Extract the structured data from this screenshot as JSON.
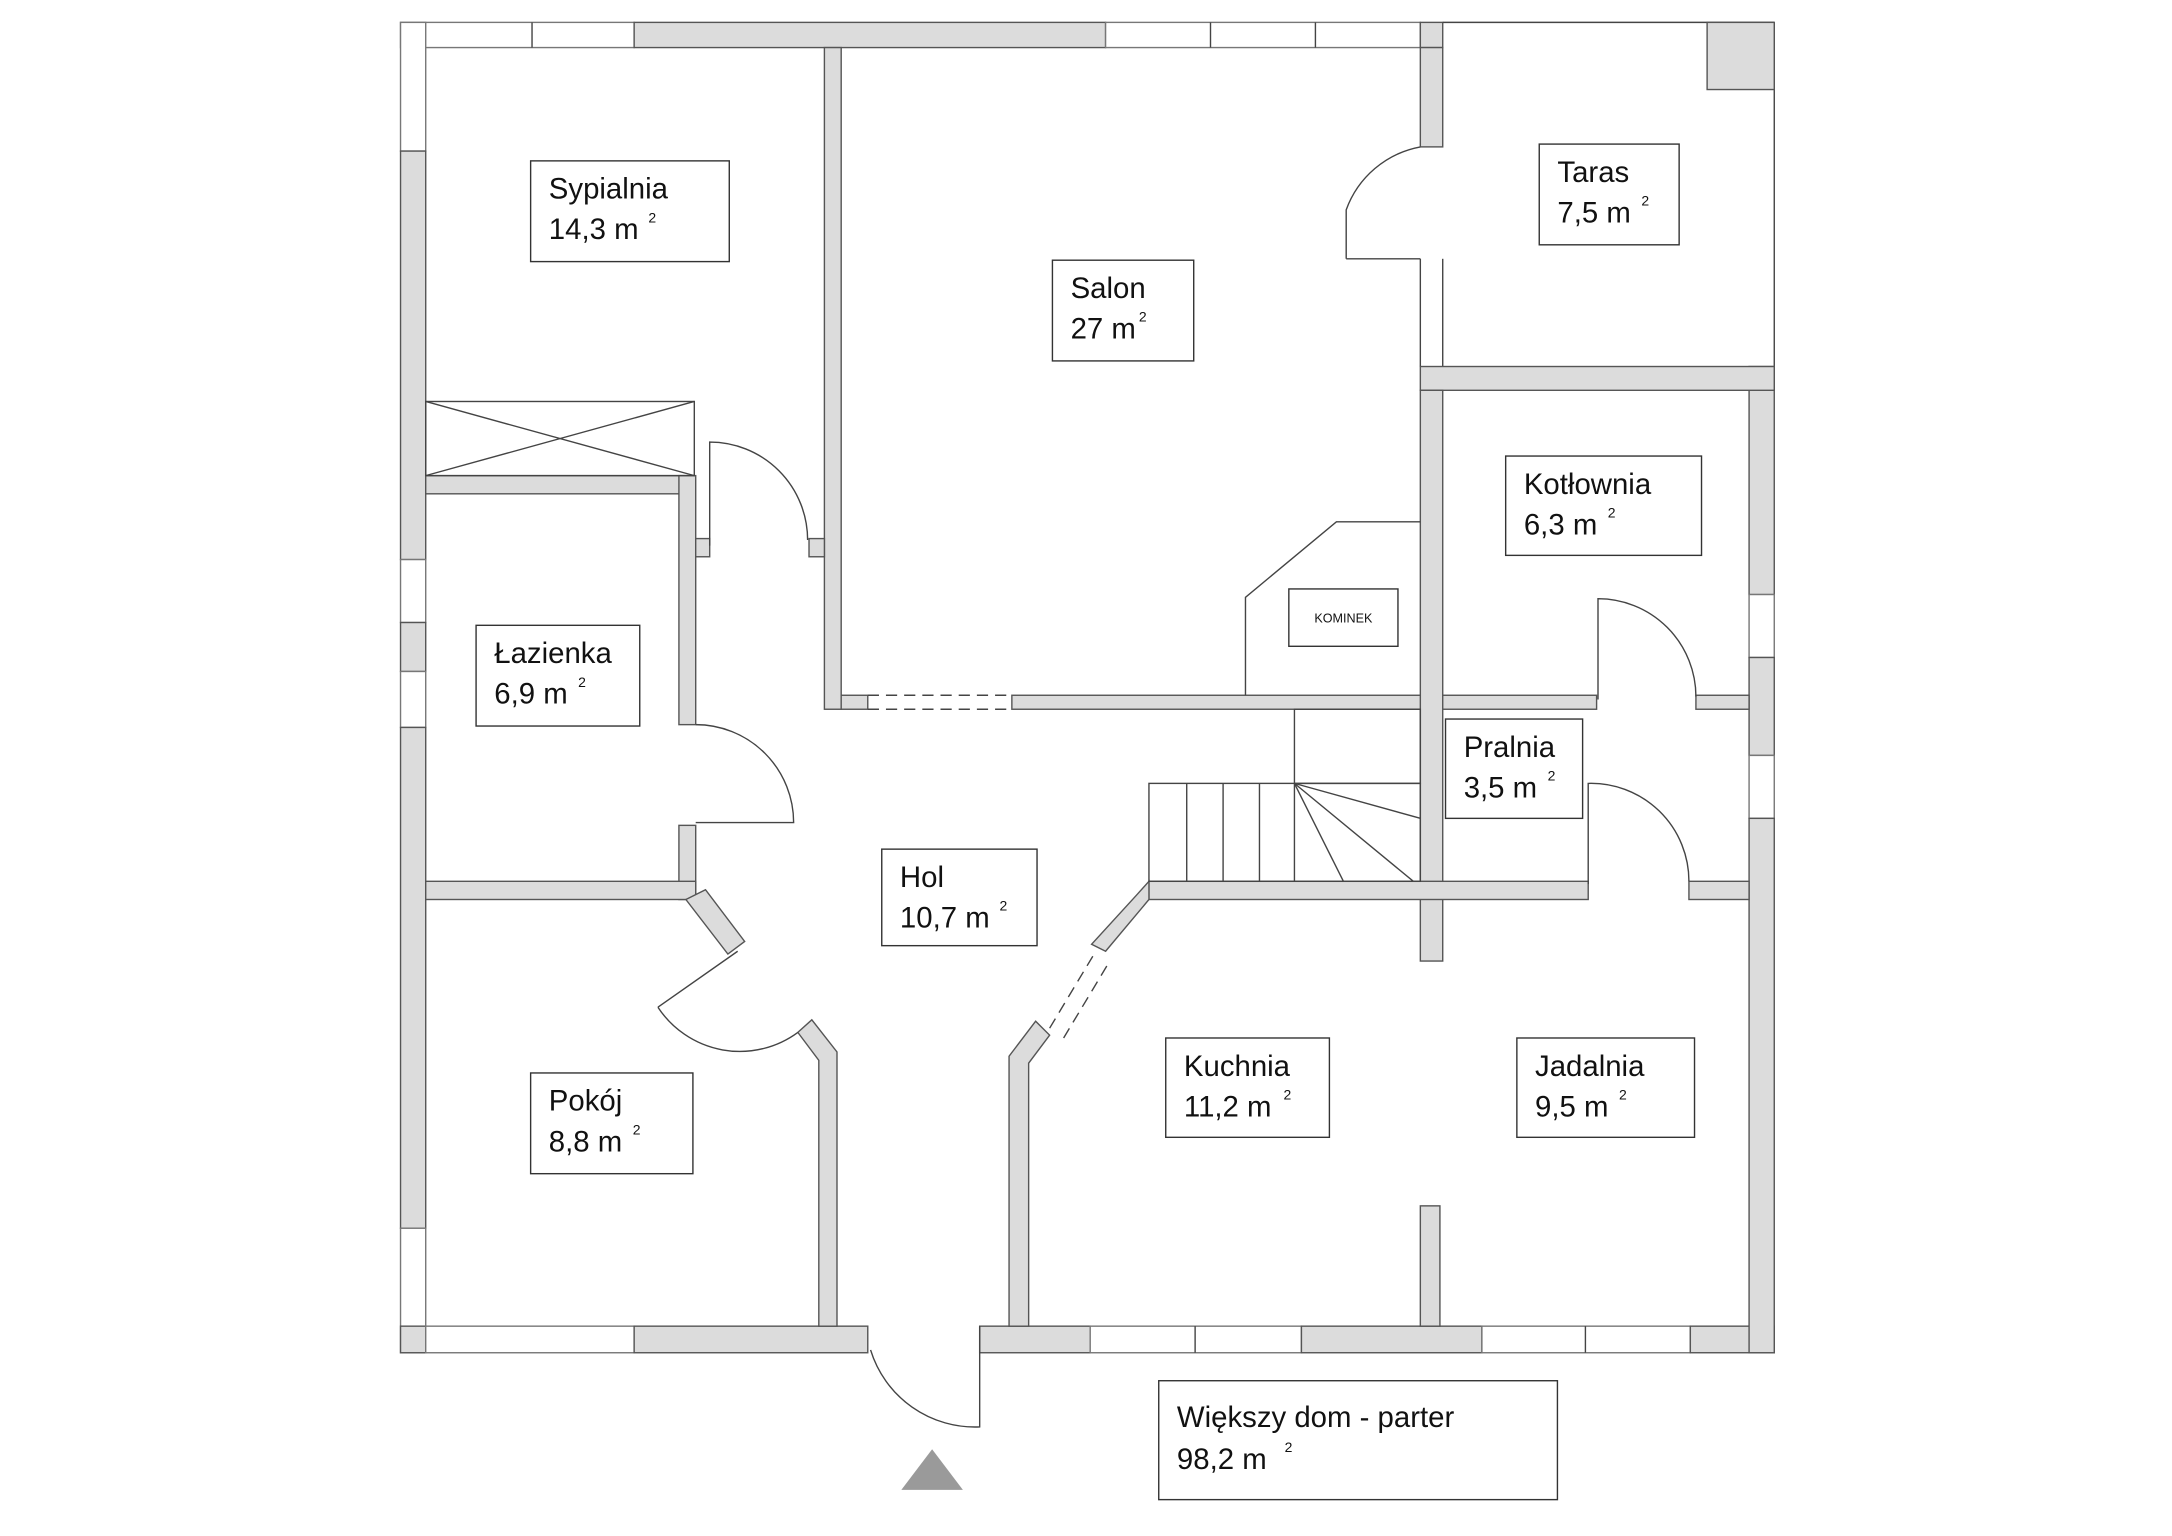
{
  "title": {
    "name": "Większy dom - parter",
    "area": "98,2 m",
    "sup": "2"
  },
  "rooms": [
    {
      "name": "Sypialnia",
      "area": "14,3 m",
      "sup": "2"
    },
    {
      "name": "Salon",
      "area": "27 m",
      "sup": "2"
    },
    {
      "name": "Taras",
      "area": "7,5 m",
      "sup": "2"
    },
    {
      "name": "Kotłownia",
      "area": "6,3 m",
      "sup": "2"
    },
    {
      "name": "Łazienka",
      "area": "6,9 m",
      "sup": "2"
    },
    {
      "name": "Pralnia",
      "area": "3,5 m",
      "sup": "2"
    },
    {
      "name": "Hol",
      "area": "10,7 m",
      "sup": "2"
    },
    {
      "name": "Kuchnia",
      "area": "11,2 m",
      "sup": "2"
    },
    {
      "name": "Jadalnia",
      "area": "9,5 m",
      "sup": "2"
    },
    {
      "name": "Pokój",
      "area": "8,8 m",
      "sup": "2"
    }
  ],
  "fireplace": "KOMINEK",
  "colors": {
    "wall": "#dcdcdc",
    "entrance_marker": "#9a9a9a"
  }
}
